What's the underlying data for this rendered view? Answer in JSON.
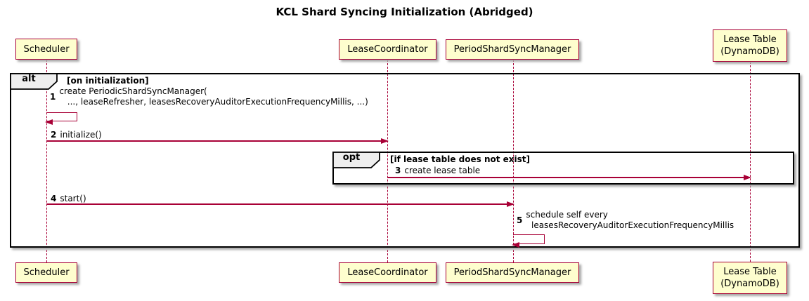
{
  "title": "KCL Shard Syncing Initialization (Abridged)",
  "colors": {
    "participant_fill": "#FEFECE",
    "participant_border": "#A80036",
    "arrow": "#A80036",
    "lifeline": "#A80036",
    "frame_border": "#000000",
    "frame_label_fill": "#EEEEEE"
  },
  "participants": [
    {
      "label": "Scheduler"
    },
    {
      "label": "LeaseCoordinator"
    },
    {
      "label": "PeriodShardSyncManager"
    },
    {
      "label": "Lease Table\n(DynamoDB)"
    }
  ],
  "frames": {
    "alt": {
      "operator": "alt",
      "guard": "[on initialization]"
    },
    "opt": {
      "operator": "opt",
      "guard": "[if lease table does not exist]"
    }
  },
  "messages": [
    {
      "num": "1",
      "text": "create PeriodicShardSyncManager(\n   ..., leaseRefresher, leasesRecoveryAuditorExecutionFrequencyMillis, ...)"
    },
    {
      "num": "2",
      "text": "initialize()"
    },
    {
      "num": "3",
      "text": "create lease table"
    },
    {
      "num": "4",
      "text": "start()"
    },
    {
      "num": "5",
      "text": "schedule self every\n  leasesRecoveryAuditorExecutionFrequencyMillis"
    }
  ]
}
